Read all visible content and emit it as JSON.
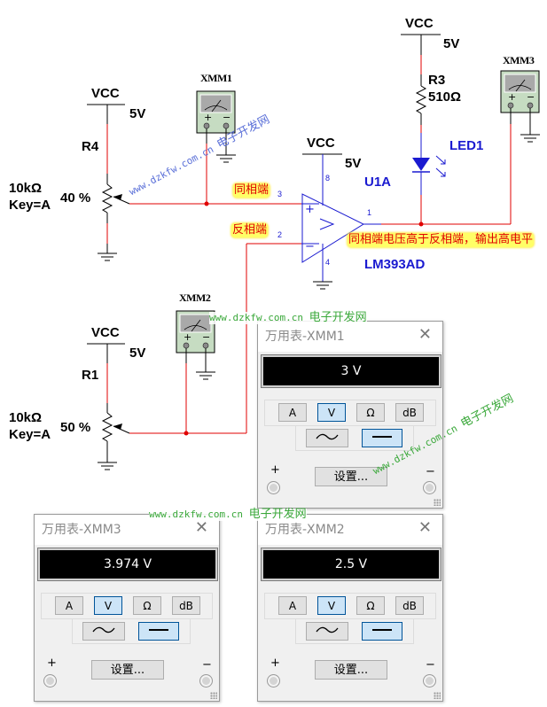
{
  "schematic": {
    "vcc_label": "VCC",
    "vcc_value": "5V",
    "r4": {
      "name": "R4",
      "resistance": "10kΩ",
      "key": "Key=A",
      "percent": "40 %"
    },
    "r1": {
      "name": "R1",
      "resistance": "10kΩ",
      "key": "Key=A",
      "percent": "50 %"
    },
    "r3": {
      "name": "R3",
      "resistance": "510Ω"
    },
    "led": {
      "name": "LED1"
    },
    "comparator": {
      "ref": "U1A",
      "part": "LM393AD",
      "pins": {
        "noninv": "3",
        "inv": "2",
        "out": "1",
        "vcc": "8",
        "gnd": "4"
      }
    },
    "xmm_labels": {
      "xmm1": "XMM1",
      "xmm2": "XMM2",
      "xmm3": "XMM3"
    },
    "annotations": {
      "noninverting": "同相端",
      "inverting": "反相端",
      "conclusion": "同相端电压高于反相端，输出高电平"
    },
    "wire_color": "#e00000",
    "pin_color": "#1a1ad0"
  },
  "watermark": {
    "url": "www.dzkfw.com.cn",
    "site": "电子开发网"
  },
  "multimeters": [
    {
      "id": "xmm1",
      "title": "万用表-XMM1",
      "reading": "3 V"
    },
    {
      "id": "xmm3",
      "title": "万用表-XMM3",
      "reading": "3.974 V"
    },
    {
      "id": "xmm2",
      "title": "万用表-XMM2",
      "reading": "2.5 V"
    }
  ],
  "multimeter_controls": {
    "functions": [
      "A",
      "V",
      "Ω",
      "dB"
    ],
    "active_function": "V",
    "modes": {
      "ac_icon": "sine-wave-icon",
      "dc_icon": "dc-line-icon"
    },
    "active_mode": "dc",
    "settings_label": "设置...",
    "plus": "+",
    "minus": "−",
    "close_glyph": "✕"
  }
}
